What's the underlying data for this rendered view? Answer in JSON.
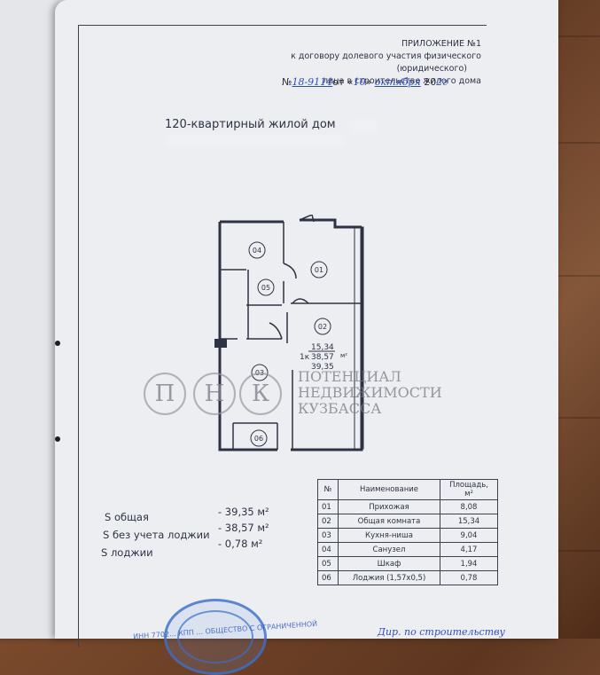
{
  "header": {
    "line1": "ПРИЛОЖЕНИЕ №1",
    "line2": "к договору долевого участия физического",
    "line3": "(юридического)",
    "line4": "лица в строительстве жилого дома",
    "contract_no_prefix": "№",
    "contract_no": "18-9114",
    "from_word": "от",
    "day": "10",
    "month": "октября",
    "year_prefix": "20",
    "year_suffix": "2г"
  },
  "building_title": "120-квартирный жилой дом",
  "plan": {
    "rooms": [
      "01",
      "02",
      "03",
      "04",
      "05",
      "06"
    ],
    "area_living": "15,34",
    "apt_type": "1к",
    "area_no_loggia": "38,57",
    "unit": "м²",
    "area_total": "39,35"
  },
  "watermark": {
    "letters": [
      "П",
      "Н",
      "К"
    ],
    "line1": "ПОТЕНЦИАЛ",
    "line2": "НЕДВИЖИМОСТИ",
    "line3": "КУЗБАССА"
  },
  "areas": {
    "total_label": "S общая",
    "total_value": "- 39,35 м²",
    "no_loggia_label": "S без учета лоджии",
    "no_loggia_value": "- 38,57 м²",
    "loggia_label": "S лоджии",
    "loggia_value": "- 0,78 м²"
  },
  "table": {
    "headers": [
      "№",
      "Наименование",
      "Площадь, м²"
    ],
    "rows": [
      [
        "01",
        "Прихожая",
        "8,08"
      ],
      [
        "02",
        "Общая комната",
        "15,34"
      ],
      [
        "03",
        "Кухня-ниша",
        "9,04"
      ],
      [
        "04",
        "Санузел",
        "4,17"
      ],
      [
        "05",
        "Шкаф",
        "1,94"
      ],
      [
        "06",
        "Лоджия (1,57х0,5)",
        "0,78"
      ]
    ]
  },
  "stamp": {
    "text": "ИНН 7702...  КПП ...  ОБЩЕСТВО С ОГРАНИЧЕННОЙ"
  },
  "signature": {
    "text": "Дир. по строительству"
  }
}
